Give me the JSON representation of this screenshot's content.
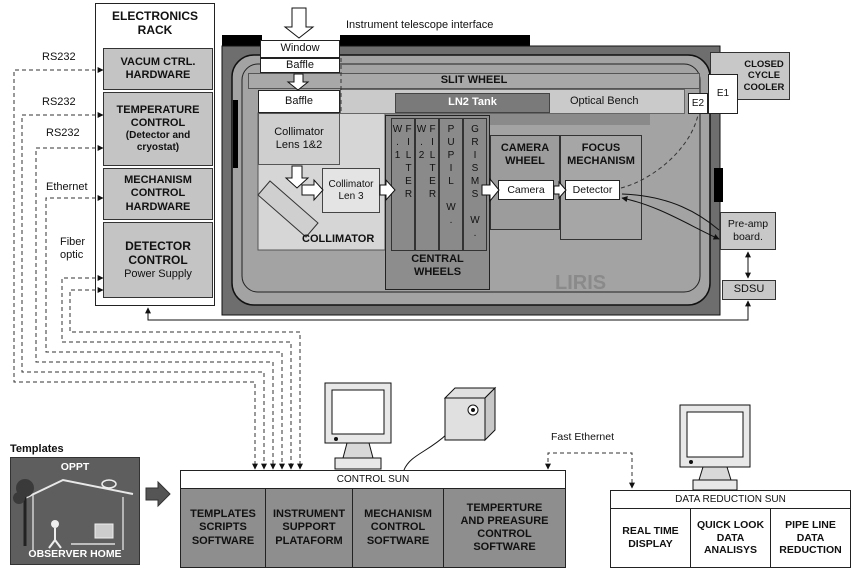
{
  "instrument_interface_label": "Instrument telescope interface",
  "rack": {
    "title": [
      "ELECTRONICS",
      "RACK"
    ],
    "modules": [
      {
        "lines": [
          "VACUM CTRL.",
          "HARDWARE"
        ]
      },
      {
        "lines": [
          "TEMPERATURE",
          "CONTROL"
        ],
        "sub": [
          "(Detector and",
          "cryostat)"
        ]
      },
      {
        "lines": [
          "MECHANISM",
          "CONTROL",
          "HARDWARE"
        ]
      },
      {
        "lines": [
          "DETECTOR",
          "CONTROL"
        ],
        "sub": [
          "Power Supply"
        ]
      }
    ]
  },
  "links": {
    "rs232": [
      "RS232",
      "RS232",
      "RS232"
    ],
    "ethernet": "Ethernet",
    "fiber_optic": [
      "Fiber",
      "optic"
    ]
  },
  "optics": {
    "window": "Window",
    "baffle_upper": "Baffle",
    "baffle": "Baffle",
    "collimator_lens_1_2": [
      "Collimator",
      "Lens 1&2"
    ],
    "collimator_lens_3": [
      "Collimator",
      "Len 3"
    ],
    "collimator": "COLLIMATOR"
  },
  "instrument": {
    "slit_wheel": "SLIT WHEEL",
    "ln2_tank": "LN2 Tank",
    "optical_bench": "Optical Bench",
    "central_wheels": {
      "wheels": [
        "FILTER W.1",
        "FILTER W.2",
        "PUPIL W.",
        "GRISMS W."
      ],
      "label": [
        "CENTRAL",
        "WHEELS"
      ]
    },
    "camera_wheel": {
      "label": [
        "CAMERA",
        "WHEEL"
      ],
      "camera": "Camera"
    },
    "focus_mechanism": {
      "label": [
        "FOCUS",
        "MECHANISM"
      ],
      "detector": "Detector"
    },
    "name": "LIRIS",
    "e1": "E1",
    "e2": "E2",
    "cooler": [
      "CLOSED",
      "CYCLE",
      "COOLER"
    ],
    "preamp": [
      "Pre-amp",
      "board."
    ],
    "sdsu": "SDSU"
  },
  "templates": {
    "label": "Templates",
    "photo_top": "OPPT",
    "photo_bottom": "OBSERVER HOME"
  },
  "control_sun": {
    "title": "CONTROL SUN",
    "disc": "Disc",
    "columns": [
      [
        "TEMPLATES",
        "SCRIPTS",
        "SOFTWARE"
      ],
      [
        "INSTRUMENT",
        "SUPPORT",
        "PLATAFORM"
      ],
      [
        "MECHANISM",
        "CONTROL",
        "SOFTWARE"
      ],
      [
        "TEMPERTURE",
        "AND PREASURE",
        "CONTROL",
        "SOFTWARE"
      ]
    ]
  },
  "network": {
    "fast_ethernet": "Fast Ethernet"
  },
  "data_reduction_sun": {
    "title": "DATA REDUCTION SUN",
    "columns": [
      [
        "REAL TIME",
        "DISPLAY"
      ],
      [
        "QUICK LOOK",
        "DATA",
        "ANALISYS"
      ],
      [
        "PIPE LINE",
        "DATA",
        "REDUCTION"
      ]
    ]
  }
}
